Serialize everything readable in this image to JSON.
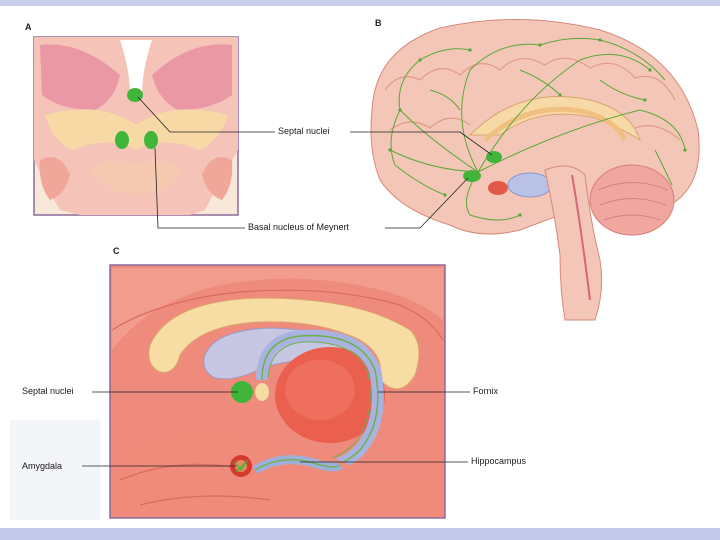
{
  "panels": {
    "a": {
      "letter": "A"
    },
    "b": {
      "letter": "B"
    },
    "c": {
      "letter": "C"
    }
  },
  "labels": {
    "septal_nuclei_top": "Septal nuclei",
    "basal_nucleus": "Basal nucleus of Meynert",
    "septal_nuclei_c": "Septal nuclei",
    "fornix": "Fornix",
    "amygdala": "Amygdala",
    "hippocampus": "Hippocampus"
  },
  "colors": {
    "frame": "#c9cde9",
    "nucleus_green": "#3fb53a",
    "fiber_green": "#5aa83a",
    "tissue_pink": "#f3b3a6",
    "tissue_red": "#ee6a5c",
    "white_matter": "#f7d9a6"
  }
}
